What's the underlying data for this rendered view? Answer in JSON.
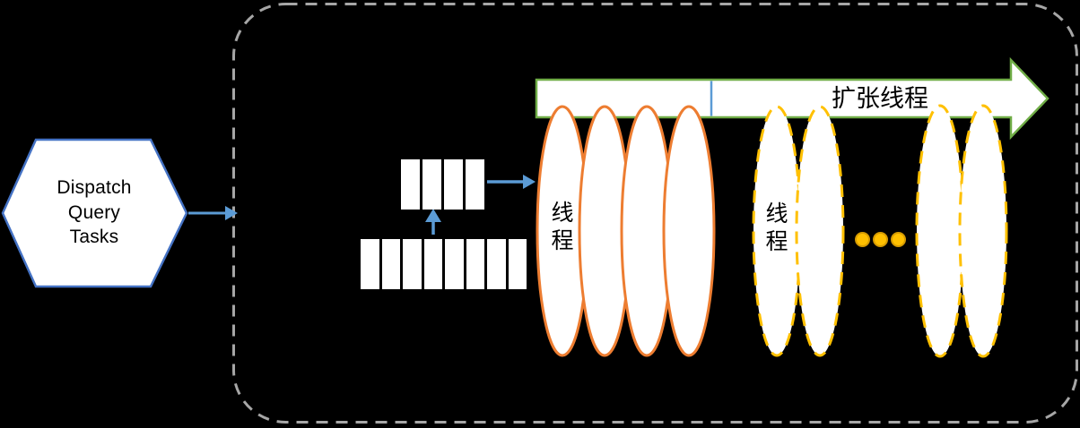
{
  "diagram": {
    "hexagon": {
      "label": "Dispatch\nQuery\nTasks"
    },
    "task_queues": {
      "buffer_row_cells": 8,
      "dispatch_row_cells": 4
    },
    "thread_pool": {
      "active_group": {
        "label": "线程",
        "ellipse_count": 4,
        "stroke_style": "solid"
      },
      "expansion_group_1": {
        "label": "线程",
        "ellipse_count": 2,
        "stroke_style": "dashed"
      },
      "expansion_group_2": {
        "ellipse_count": 2,
        "stroke_style": "dashed"
      },
      "ellipsis_dots": 3
    },
    "expansion_banner": {
      "label": "扩张线程"
    },
    "colors": {
      "background": "#000000",
      "container_border": "#a6a6a6",
      "hexagon_border": "#4472c4",
      "arrow_blue": "#5b9bd5",
      "active_thread_orange": "#ed7d31",
      "expansion_thread_yellow": "#ffc000",
      "banner_green": "#70ad47",
      "fill_white": "#ffffff",
      "text_black": "#000000"
    }
  }
}
